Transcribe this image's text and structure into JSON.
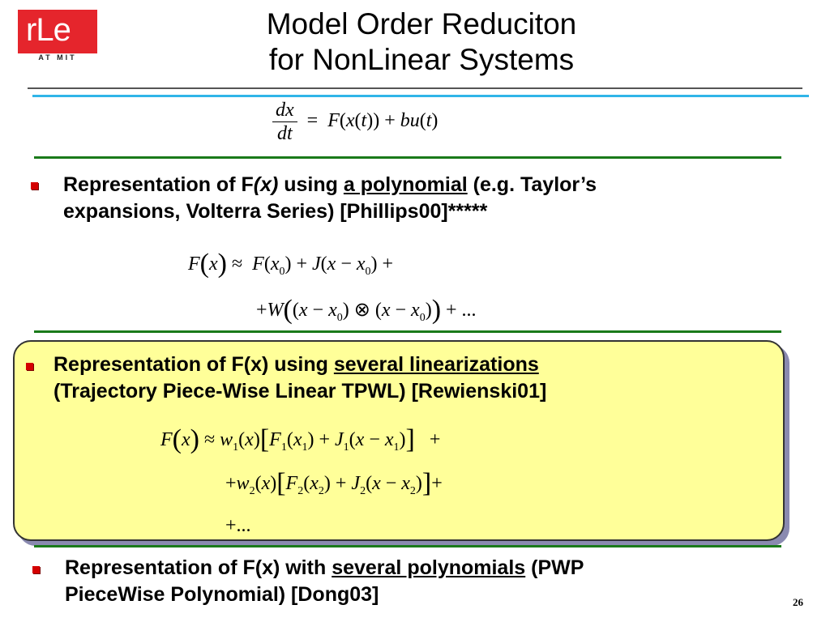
{
  "logo": {
    "text": "rLe",
    "sub": "AT MIT"
  },
  "title": {
    "line1": "Model Order Reduciton",
    "line2": "for NonLinear Systems"
  },
  "bullets": [
    {
      "t1": "Representation of F",
      "t2": "(x)",
      "t3": " using ",
      "u": "a polynomial",
      "t4": " (e.g.  Taylor’s",
      "line2": "expansions, Volterra Series) [Phillips00]*****"
    },
    {
      "t1": "Representation of F(x) using ",
      "u": "several linearizations",
      "line2": "(Trajectory Piece-Wise Linear TPWL) [Rewienski01]"
    },
    {
      "t1": "Representation of F(x) with ",
      "u": "several polynomials",
      "t2": " (PWP",
      "line2": "PieceWise Polynomial) [Dong03]"
    }
  ],
  "page_number": "26"
}
